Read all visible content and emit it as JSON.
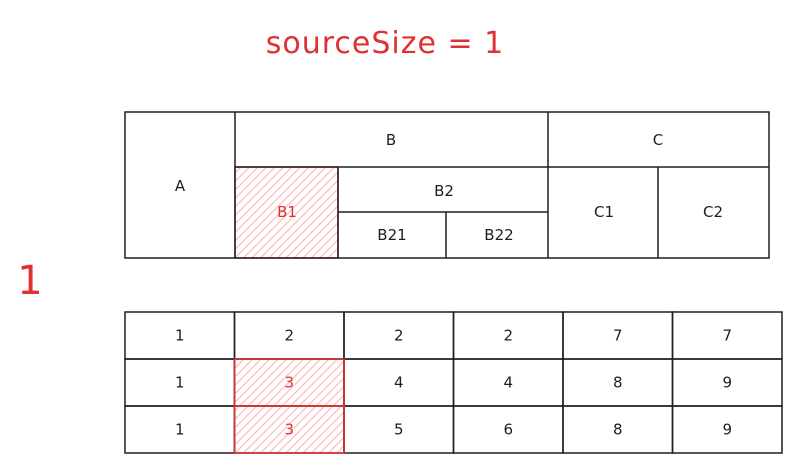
{
  "title": "sourceSize = 1",
  "side_label": "1",
  "colors": {
    "stroke": "#1e1e1e",
    "highlight": "#e03131",
    "hatch": "#ffc9c9"
  },
  "header": {
    "a": "A",
    "b": "B",
    "c": "C",
    "b1": "B1",
    "b2": "B2",
    "b21": "B21",
    "b22": "B22",
    "c1": "C1",
    "c2": "C2"
  },
  "grid": {
    "rows": [
      [
        "1",
        "2",
        "2",
        "2",
        "7",
        "7"
      ],
      [
        "1",
        "3",
        "4",
        "4",
        "8",
        "9"
      ],
      [
        "1",
        "3",
        "5",
        "6",
        "8",
        "9"
      ]
    ],
    "highlighted": [
      [
        1,
        1
      ],
      [
        2,
        1
      ]
    ]
  }
}
